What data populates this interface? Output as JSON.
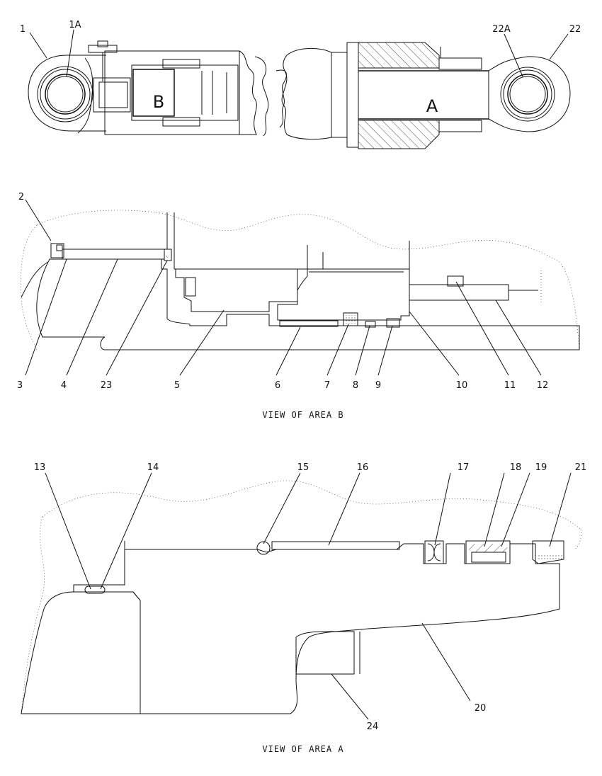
{
  "top_view": {
    "labels": {
      "l1": "1",
      "l1a": "1A",
      "l22a": "22A",
      "l22": "22",
      "area_b": "B",
      "area_a": "A"
    }
  },
  "view_b": {
    "caption": "VIEW OF AREA B",
    "labels": {
      "l2": "2",
      "l3": "3",
      "l4": "4",
      "l23": "23",
      "l5": "5",
      "l6": "6",
      "l7": "7",
      "l8": "8",
      "l9": "9",
      "l10": "10",
      "l11": "11",
      "l12": "12"
    }
  },
  "view_a": {
    "caption": "VIEW OF AREA A",
    "labels": {
      "l13": "13",
      "l14": "14",
      "l15": "15",
      "l16": "16",
      "l17": "17",
      "l18": "18",
      "l19": "19",
      "l21": "21",
      "l20": "20",
      "l24": "24"
    }
  }
}
